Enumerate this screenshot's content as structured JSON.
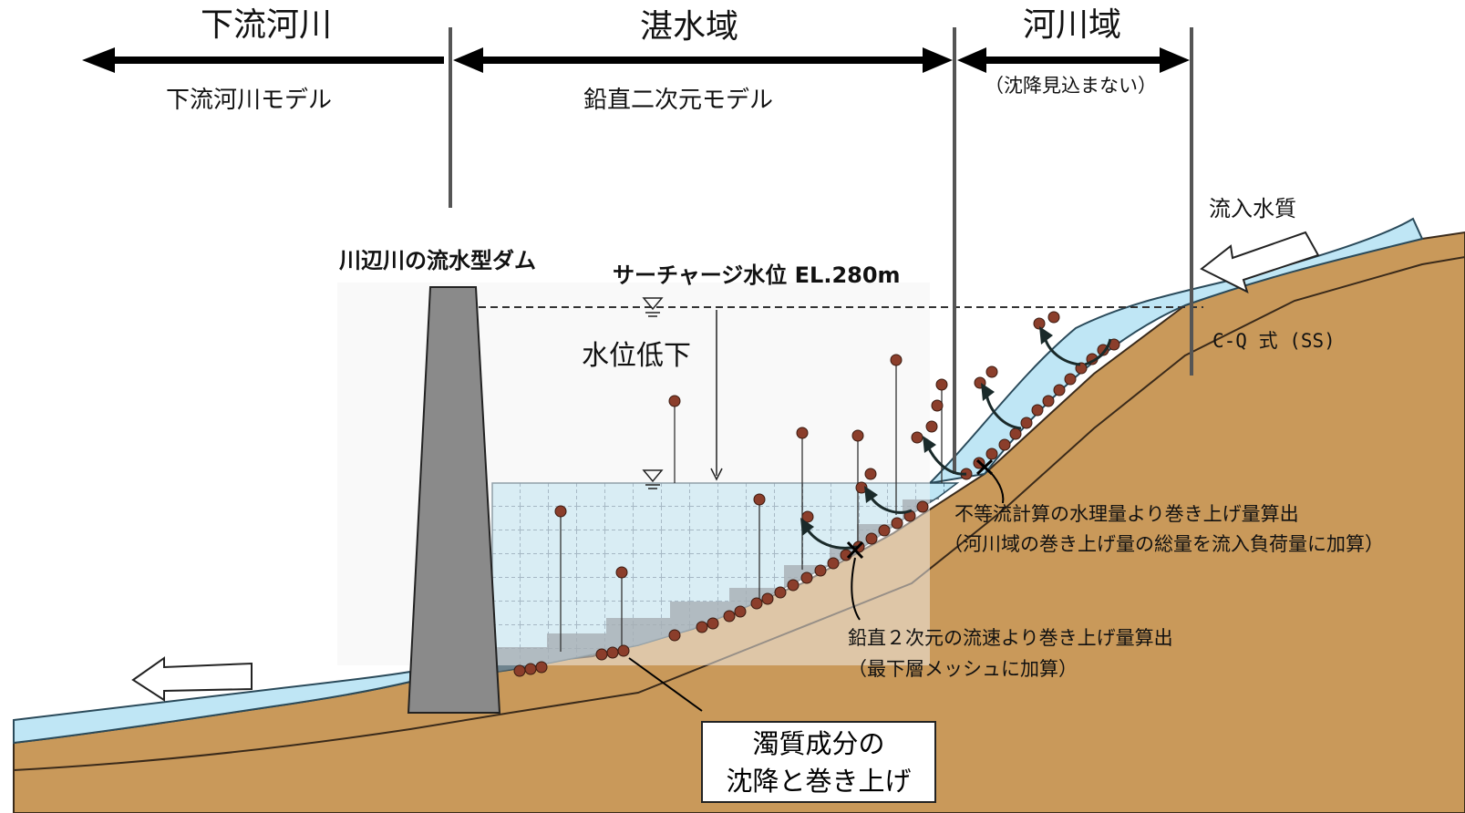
{
  "zones": {
    "downstream": {
      "title": "下流河川",
      "model": "下流河川モデル"
    },
    "reservoir": {
      "title": "湛水域",
      "model": "鉛直二次元モデル"
    },
    "river": {
      "title": "河川域",
      "note": "（沈降見込まない）"
    }
  },
  "labels": {
    "dam_name": "川辺川の流水型ダム",
    "surcharge_level": "サーチャージ水位 EL.280m",
    "level_drop": "水位低下",
    "inflow_quality": "流入水質",
    "cq_formula": "C-Q 式 (SS)",
    "river_resuspension_line1": "不等流計算の水理量より巻き上げ量算出",
    "river_resuspension_line2": "（河川域の巻き上げ量の総量を流入負荷量に加算）",
    "reservoir_resuspension_line1": "鉛直２次元の流速より巻き上げ量算出",
    "reservoir_resuspension_line2": "（最下層メッシュに加算）",
    "settling_box_line1": "濁質成分の",
    "settling_box_line2": "沈降と巻き上げ"
  },
  "colors": {
    "water": "#bfe6f5",
    "ground": "#c9995a",
    "dam": "#8a8a8a",
    "particle": "#8b3e2b",
    "arrow": "#000000"
  },
  "icons": [
    "water-level-triangle-icon",
    "inflow-arrow-icon",
    "outflow-arrow-icon"
  ]
}
